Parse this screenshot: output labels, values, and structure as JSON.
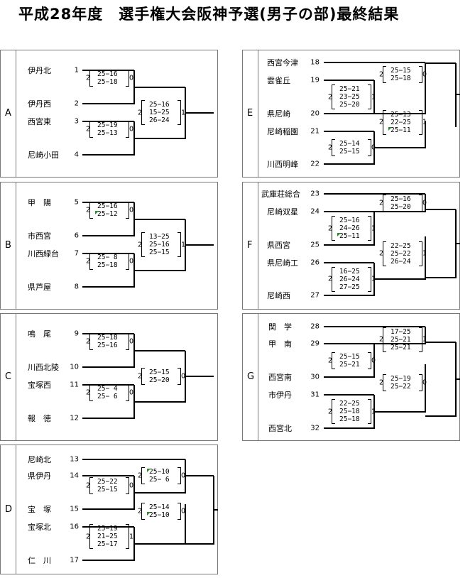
{
  "title": "平成28年度　選手権大会阪神予選(男子の部)最終結果",
  "blocks": [
    {
      "id": "A",
      "teams": [
        {
          "name": "伊丹北",
          "seed": "1"
        },
        {
          "name": "伊丹西",
          "seed": "2"
        },
        {
          "name": "西宮東",
          "seed": "3"
        },
        {
          "name": "尼崎小田",
          "seed": "4"
        }
      ],
      "m1": {
        "l": "2",
        "r": "0",
        "scores": [
          "25−16",
          "25−18"
        ]
      },
      "m2": {
        "l": "2",
        "r": "0",
        "scores": [
          "25−19",
          "25−13"
        ]
      },
      "f": {
        "l": "2",
        "r": "1",
        "scores": [
          "25−16",
          "15−25",
          "26−24"
        ]
      }
    },
    {
      "id": "B",
      "teams": [
        {
          "name": "甲　陽",
          "seed": "5"
        },
        {
          "name": "市西宮",
          "seed": "6"
        },
        {
          "name": "川西緑台",
          "seed": "7"
        },
        {
          "name": "県芦屋",
          "seed": "8"
        }
      ],
      "m1": {
        "l": "2",
        "r": "0",
        "scores": [
          "25−16",
          "25−12"
        ]
      },
      "m2": {
        "l": "2",
        "r": "0",
        "scores": [
          "25− 8",
          "25−18"
        ]
      },
      "f": {
        "l": "2",
        "r": "1",
        "scores": [
          "13−25",
          "25−16",
          "25−15"
        ]
      }
    },
    {
      "id": "C",
      "teams": [
        {
          "name": "鳴　尾",
          "seed": "9"
        },
        {
          "name": "川西北陵",
          "seed": "10"
        },
        {
          "name": "宝塚西",
          "seed": "11"
        },
        {
          "name": "報　徳",
          "seed": "12"
        }
      ],
      "m1": {
        "l": "2",
        "r": "0",
        "scores": [
          "25−18",
          "25−16"
        ]
      },
      "m2": {
        "l": "2",
        "r": "0",
        "scores": [
          "25− 4",
          "25− 6"
        ]
      },
      "f": {
        "l": "2",
        "r": "0",
        "scores": [
          "25−15",
          "25−20"
        ]
      }
    },
    {
      "id": "D",
      "teams": [
        {
          "name": "尼崎北",
          "seed": "13"
        },
        {
          "name": "県伊丹",
          "seed": "14"
        },
        {
          "name": "宝　塚",
          "seed": "15"
        },
        {
          "name": "宝塚北",
          "seed": "16"
        },
        {
          "name": "仁　川",
          "seed": "17"
        }
      ],
      "m1": {
        "l": "2",
        "r": "0",
        "scores": [
          "25−22",
          "25−15"
        ]
      },
      "m2": {
        "l": "2",
        "r": "1",
        "scores": [
          "25−19",
          "21−25",
          "25−17"
        ]
      },
      "m3": {
        "l": "2",
        "r": "0",
        "scores": [
          "25−10",
          "25− 6"
        ]
      },
      "m4": {
        "l": "2",
        "r": "0",
        "scores": [
          "25−14",
          "25−10"
        ]
      }
    },
    {
      "id": "E",
      "teams": [
        {
          "name": "西宮今津",
          "seed": "18"
        },
        {
          "name": "雲雀丘",
          "seed": "19"
        },
        {
          "name": "県尼崎",
          "seed": "20"
        },
        {
          "name": "尼崎稲園",
          "seed": "21"
        },
        {
          "name": "川西明峰",
          "seed": "22"
        }
      ],
      "m1": {
        "l": "2",
        "r": "1",
        "scores": [
          "25−21",
          "23−25",
          "25−20"
        ]
      },
      "m2": {
        "l": "2",
        "r": "0",
        "scores": [
          "25−14",
          "25−15"
        ]
      },
      "m3": {
        "l": "2",
        "r": "0",
        "scores": [
          "25−15",
          "25−18"
        ]
      },
      "m4": {
        "l": "2",
        "r": "1",
        "scores": [
          "25−13",
          "22−25",
          "25−11"
        ]
      }
    },
    {
      "id": "F",
      "teams": [
        {
          "name": "武庫荘総合",
          "seed": "23"
        },
        {
          "name": "尼崎双星",
          "seed": "24"
        },
        {
          "name": "県西宮",
          "seed": "25"
        },
        {
          "name": "県尼崎工",
          "seed": "26"
        },
        {
          "name": "尼崎西",
          "seed": "27"
        }
      ],
      "m1": {
        "l": "2",
        "r": "1",
        "scores": [
          "25−16",
          "24−26",
          "25−11"
        ]
      },
      "m2": {
        "l": "2",
        "r": "1",
        "scores": [
          "16−25",
          "26−24",
          "27−25"
        ]
      },
      "m3": {
        "l": "2",
        "r": "0",
        "scores": [
          "25−16",
          "25−20"
        ]
      },
      "m4": {
        "l": "2",
        "r": "1",
        "scores": [
          "22−25",
          "25−22",
          "26−24"
        ]
      }
    },
    {
      "id": "G",
      "teams": [
        {
          "name": "関　学",
          "seed": "28"
        },
        {
          "name": "甲　南",
          "seed": "29"
        },
        {
          "name": "西宮南",
          "seed": "30"
        },
        {
          "name": "市伊丹",
          "seed": "31"
        },
        {
          "name": "西宮北",
          "seed": "32"
        }
      ],
      "m1": {
        "l": "2",
        "r": "0",
        "scores": [
          "25−15",
          "25−21"
        ]
      },
      "m2": {
        "l": "2",
        "r": "1",
        "scores": [
          "22−25",
          "25−18",
          "25−18"
        ]
      },
      "m3": {
        "l": "2",
        "r": "1",
        "scores": [
          "17−25",
          "25−21",
          "25−21"
        ]
      },
      "m4": {
        "l": "2",
        "r": "0",
        "scores": [
          "25−19",
          "25−22"
        ]
      }
    }
  ]
}
